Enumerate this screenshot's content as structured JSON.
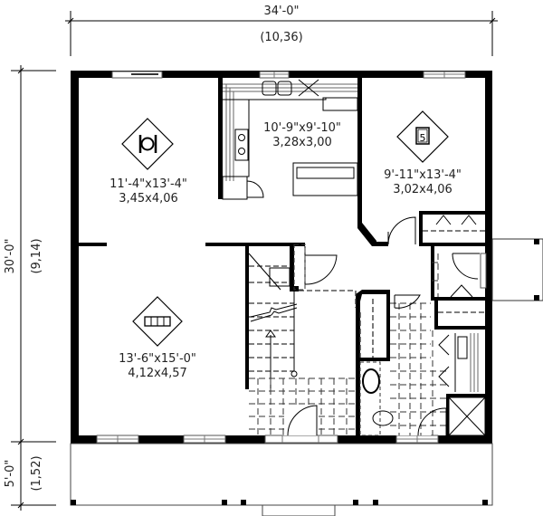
{
  "plan": {
    "overall_width": {
      "imperial": "34'-0\"",
      "metric": "(10,36)"
    },
    "overall_depth": {
      "imperial": "30'-0\"",
      "metric": "(9,14)"
    },
    "porch_depth": {
      "imperial": "5'-0\"",
      "metric": "(1,52)"
    }
  },
  "rooms": [
    {
      "name": "dining-room",
      "icon": "dining-icon",
      "imperial": "11'-4\"x13'-4\"",
      "metric": "3,45x4,06"
    },
    {
      "name": "kitchen",
      "icon": null,
      "imperial": "10'-9\"x9'-10\"",
      "metric": "3,28x3,00"
    },
    {
      "name": "bedroom",
      "icon": "bedroom-icon",
      "imperial": "9'-11\"x13'-4\"",
      "metric": "3,02x4,06"
    },
    {
      "name": "living-room",
      "icon": "sofa-icon",
      "imperial": "13'-6\"x15'-0\"",
      "metric": "4,12x4,57"
    }
  ],
  "colors": {
    "wall": "#000000",
    "line": "#333333",
    "background": "#ffffff"
  }
}
